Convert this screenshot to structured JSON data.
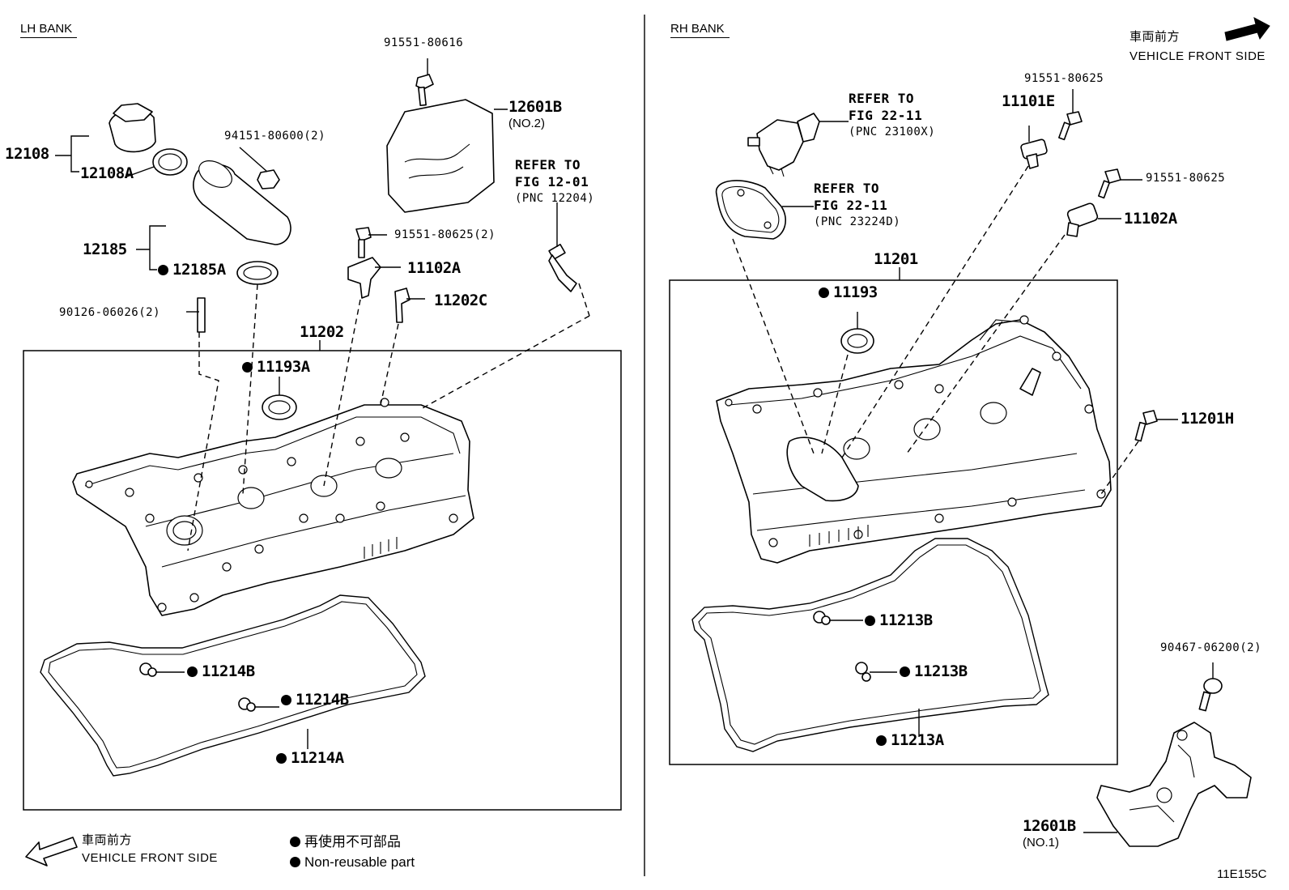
{
  "left_bank": {
    "header": "LH BANK",
    "group_label": "11202"
  },
  "right_bank": {
    "header": "RH BANK",
    "group_label": "11201"
  },
  "front_indicator_top": {
    "jp": "車両前方",
    "en": "VEHICLE FRONT SIDE"
  },
  "front_indicator_bottom": {
    "jp": "車両前方",
    "en": "VEHICLE FRONT SIDE"
  },
  "legend": {
    "jp": "再使用不可部品",
    "en": "Non-reusable part"
  },
  "illustration_code": "11E155C",
  "parts_left": {
    "p91551_80616": "91551-80616",
    "p12601B": "12601B",
    "p12601B_sub": "(NO.2)",
    "p12108": "12108",
    "p12108A": "12108A",
    "p94151": "94151-80600(2)",
    "p12185": "12185",
    "p12185A": "12185A",
    "p90126": "90126-06026(2)",
    "p91551_80625_2": "91551-80625(2)",
    "p11102A": "11102A",
    "p11202C": "11202C",
    "p11193A": "11193A",
    "p11214B_1": "11214B",
    "p11214B_2": "11214B",
    "p11214A": "11214A"
  },
  "refer_left": {
    "l1": "REFER TO",
    "l2": "FIG 12-01",
    "l3": "(PNC 12204)"
  },
  "refer_right_1": {
    "l1": "REFER TO",
    "l2": "FIG 22-11",
    "l3": "(PNC 23100X)"
  },
  "refer_right_2": {
    "l1": "REFER TO",
    "l2": "FIG 22-11",
    "l3": "(PNC 23224D)"
  },
  "parts_right": {
    "p91551_80625_a": "91551-80625",
    "p11101E": "11101E",
    "p91551_80625_b": "91551-80625",
    "p11102A": "11102A",
    "p11193": "11193",
    "p11201H": "11201H",
    "p11213B_1": "11213B",
    "p11213B_2": "11213B",
    "p11213A": "11213A",
    "p90467": "90467-06200(2)",
    "p12601B": "12601B",
    "p12601B_sub": "(NO.1)"
  }
}
